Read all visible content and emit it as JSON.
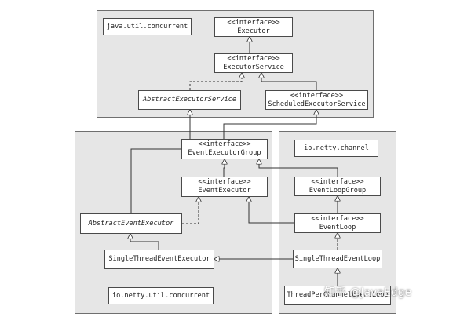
{
  "packages": {
    "java": "java.util.concurrent",
    "netty_util": "io.netty.util.concurrent",
    "netty_channel": "io.netty.channel"
  },
  "stereotype": "<<interface>>",
  "classes": {
    "executor": "Executor",
    "executor_service": "ExecutorService",
    "abstract_executor_service": "AbstractExecutorService",
    "scheduled_executor_service": "ScheduledExecutorService",
    "event_executor_group": "EventExecutorGroup",
    "event_executor": "EventExecutor",
    "abstract_event_executor": "AbstractEventExecutor",
    "single_thread_event_executor": "SingleThreadEventExecutor",
    "event_loop_group": "EventLoopGroup",
    "event_loop": "EventLoop",
    "single_thread_event_loop": "SingleThreadEventLoop",
    "thread_per_channel_event_loop": "ThreadPerChannelEventLoop"
  },
  "watermark": "知乎 @JavaEdge",
  "colors": {
    "package_fill": "#e6e6e6",
    "package_border": "#6f6f6f",
    "box_fill": "#ffffff",
    "line": "#333333"
  }
}
